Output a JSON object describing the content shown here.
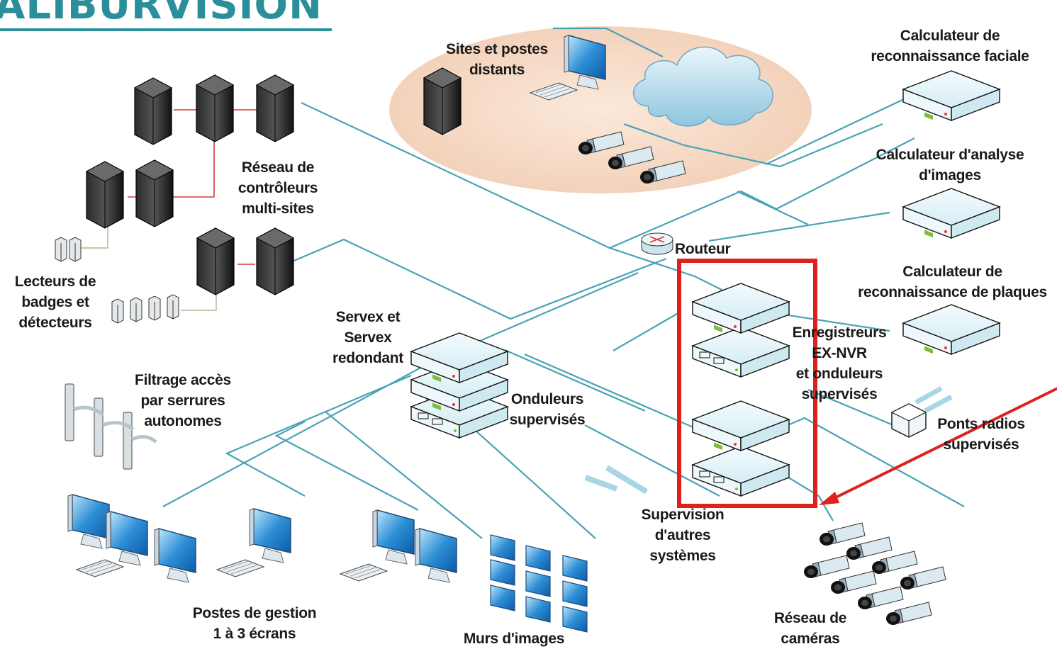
{
  "brand": "ALIBURVISION",
  "labels": {
    "sites": [
      "Sites et postes",
      "distants"
    ],
    "controllers": [
      "Réseau de",
      "contrôleurs",
      "multi-sites"
    ],
    "badges": [
      "Lecteurs de",
      "badges et",
      "détecteurs"
    ],
    "router": "Routeur",
    "servex": [
      "Servex et",
      "Servex",
      "redondant"
    ],
    "onduleurs": [
      "Onduleurs",
      "supervisés"
    ],
    "filtrage": [
      "Filtrage accès",
      "par serrures",
      "autonomes"
    ],
    "face": [
      "Calculateur de",
      "reconnaissance faciale"
    ],
    "analyse": [
      "Calculateur d'analyse",
      "d'images"
    ],
    "plates": [
      "Calculateur de",
      "reconnaissance de plaques"
    ],
    "nvr": [
      "Enregistreurs",
      "EX-NVR",
      "et onduleurs",
      "supervisés"
    ],
    "ponts": [
      "Ponts radios",
      "supervisés"
    ],
    "supervision": [
      "Supervision",
      "d'autres",
      "systèmes"
    ],
    "postes": [
      "Postes de gestion",
      "1 à 3 écrans"
    ],
    "murs": "Murs d'images",
    "cameras": [
      "Réseau de",
      "caméras"
    ]
  },
  "colors": {
    "brand": "#2a8f9a",
    "network_line": "#4aa3b5",
    "controller_link": "#d23a3a",
    "highlight": "#e0201c",
    "cloud_zone": "#f6dcc8"
  },
  "icons": [
    "server-tower-icon",
    "monitor-icon",
    "cloud-icon",
    "camera-icon",
    "router-icon",
    "rack-unit-icon",
    "badge-reader-icon",
    "door-handle-icon",
    "video-wall-icon",
    "radio-bridge-icon"
  ]
}
